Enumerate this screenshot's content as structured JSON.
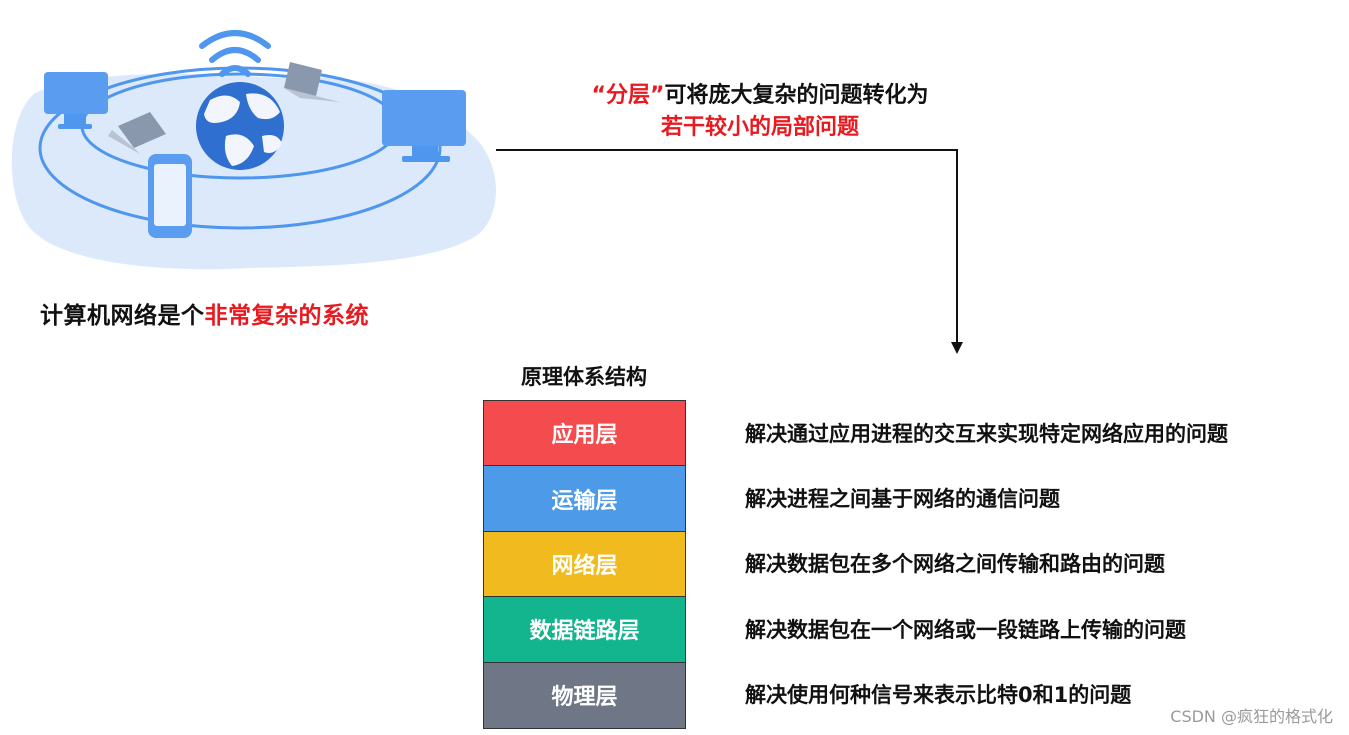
{
  "left_caption": {
    "prefix": "计算机网络是个",
    "highlight": "非常复杂的系统"
  },
  "layering_note": {
    "quote_term": "“分层”",
    "line1_rest": "可将庞大复杂的问题转化为",
    "line2": "若干较小的局部问题"
  },
  "model": {
    "title": "原理体系结构",
    "layers": [
      {
        "name": "应用层",
        "color": "#f34b4e",
        "description": "解决通过应用进程的交互来实现特定网络应用的问题"
      },
      {
        "name": "运输层",
        "color": "#4d9ae8",
        "description": "解决进程之间基于网络的通信问题"
      },
      {
        "name": "网络层",
        "color": "#f1ba1e",
        "description": "解决数据包在多个网络之间传输和路由的问题"
      },
      {
        "name": "数据链路层",
        "color": "#13b58f",
        "description": "解决数据包在一个网络或一段链路上传输的问题"
      },
      {
        "name": "物理层",
        "color": "#6f7686",
        "description": "解决使用何种信号来表示比特0和1的问题"
      }
    ]
  },
  "colors": {
    "highlight_red": "#e8191f",
    "illustration_blue": "#4f96ee",
    "illustration_bg": "#dbe9fb"
  },
  "icons": [
    "globe-icon",
    "wifi-icon",
    "monitor-icon",
    "laptop-icon",
    "smartphone-icon"
  ],
  "watermark": "CSDN @疯狂的格式化"
}
